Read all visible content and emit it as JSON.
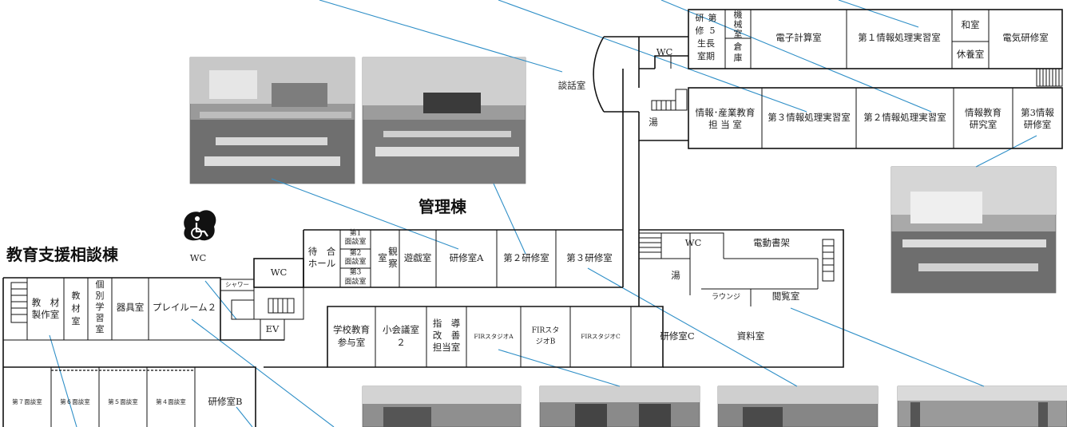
{
  "wings": {
    "admin": "管理棟",
    "consult": "教育支援相談棟"
  },
  "rooms": {
    "kenshu_seichoki": [
      "研",
      "修",
      "生",
      "長",
      "室",
      "期",
      "第",
      "5"
    ],
    "kikaishitsu": [
      "機",
      "械",
      "室"
    ],
    "soko": [
      "倉",
      "庫"
    ],
    "denshi_keisan": "電子計算室",
    "joho1": "第１情報処理実習室",
    "washitsu": "和室",
    "kyuyo": "休養室",
    "denki": "電気研修室",
    "wc_top": "WC",
    "danwa": "談話室",
    "yu_top": "湯",
    "joho_sangyo": [
      "情報･産業教育",
      "担 当 室"
    ],
    "joho3": "第３情報処理実習室",
    "joho2": "第２情報処理実習室",
    "joho_kenkyu": [
      "情報教育",
      "研究室"
    ],
    "joho_kenshu3": [
      "第3情報",
      "研修室"
    ],
    "machiai": [
      "待　合",
      "ホール"
    ],
    "mendan1": [
      "第1",
      "面談室"
    ],
    "mendan2": [
      "第2",
      "面談室"
    ],
    "mendan3": [
      "第3",
      "面談室"
    ],
    "kansatsu": [
      "観",
      "察"
    ],
    "shitsu": "室",
    "yugi": "遊戯室",
    "kenshuA": "研修室A",
    "kenshu2": "第２研修室",
    "kenshu3": "第３研修室",
    "wc_mid": "WC",
    "shower": "シャワー",
    "ev": "EV",
    "wc_access": "WC",
    "kyozai_seisaku": [
      "教　材",
      "製作室"
    ],
    "kyozai": [
      "教",
      "材",
      "室"
    ],
    "kobetsu": [
      "個",
      "別",
      "学",
      "習",
      "室"
    ],
    "kigu": "器具室",
    "playroom2": "プレイルーム２",
    "gakko": [
      "学校教育",
      "参与室"
    ],
    "shokaigi": [
      "小会議室",
      "２"
    ],
    "shido": [
      "指　導",
      "改　善",
      "担当室"
    ],
    "firA": "FIRスタジオA",
    "firB": [
      "FIRスタ",
      "ジオB"
    ],
    "firC": "FIRスタジオC",
    "kenshuC": "研修室C",
    "shiryo": "資料室",
    "wc_right": "WC",
    "dendo": "電動書架",
    "yu_right": "湯",
    "lounge": "ラウンジ",
    "etsuran": "閲覧室",
    "mendan7": "第７面談室",
    "mendan6": "第６面談室",
    "mendan5": "第５面談室",
    "mendan4": "第４面談室",
    "kenshuB": "研修室B"
  },
  "icons": {
    "accessible": "wheelchair-icon"
  },
  "colors": {
    "callout": "#2f8fc7",
    "wall": "#111111"
  }
}
